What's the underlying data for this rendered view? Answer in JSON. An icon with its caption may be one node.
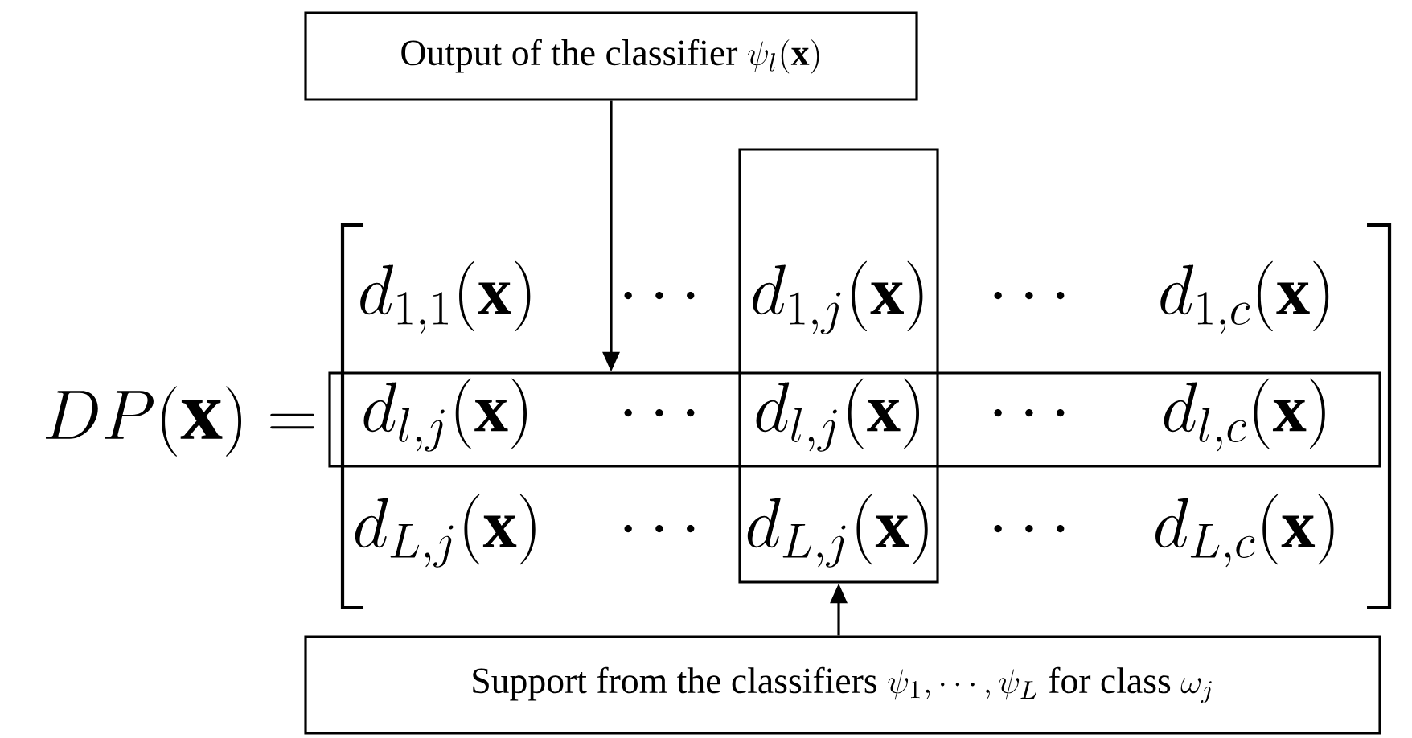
{
  "diagram": {
    "nodes": [
      {
        "text": [
          "\\textrm{Output of the classifier }\\psi_l(\\mathbf{x})"
        ]
      },
      {
        "text": [],
        "shape": "box"
      },
      {
        "text": [],
        "shape": "box"
      },
      {
        "text": [
          "\\textrm{Support from the classifiers }\\psi_1,\\cdots,\\psi_L\\textrm{ for class }\\omega_j"
        ]
      }
    ],
    "edges": [
      {
        "from": 0,
        "to": 1,
        "arrow": "to"
      },
      {
        "from": 3,
        "to": 2,
        "arrow": "to"
      }
    ],
    "labels": [
      "DP(\\mathbf{x})=",
      "d_{1,1}(\\mathbf{x})",
      "\\cdots",
      "d_{1,j}(\\mathbf{x})",
      "\\cdots",
      "d_{1,c}(\\mathbf{x})",
      "d_{l,j}(\\mathbf{x})",
      "\\cdots",
      "d_{l,j}(\\mathbf{x})",
      "\\cdots",
      "d_{l,c}(\\mathbf{x})",
      "d_{L,j}(\\mathbf{x})",
      "\\cdots",
      "d_{L,j}(\\mathbf{x})",
      "\\cdots",
      "d_{L,c}(\\mathbf{x})"
    ]
  }
}
